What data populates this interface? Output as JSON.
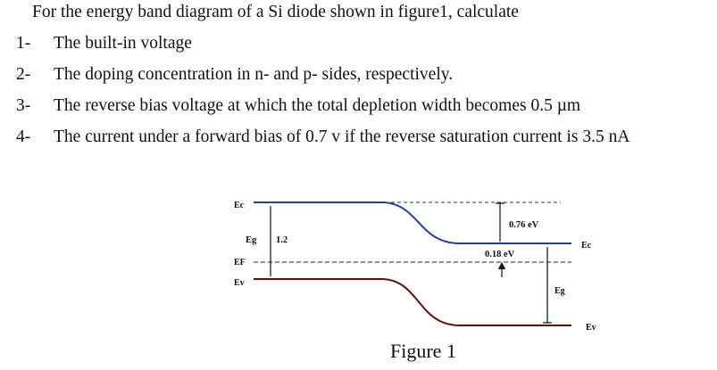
{
  "problem": {
    "intro": "For the energy band diagram of a Si diode shown in figure1, calculate",
    "items": [
      {
        "num": "1-",
        "text": "The built-in voltage"
      },
      {
        "num": "2-",
        "text": "The doping concentration in n- and p- sides, respectively."
      },
      {
        "num": "3-",
        "text": "The reverse bias voltage at which the total depletion width becomes 0.5 µm"
      },
      {
        "num": "4-",
        "text": "The current under a forward bias of 0.7 v if the reverse saturation current is 3.5 nA"
      }
    ]
  },
  "figure": {
    "caption": "Figure 1",
    "labels": {
      "ec_left": "Ec",
      "ef_left": "EF",
      "ev_left": "Ev",
      "eg_left": "Eg",
      "eg_value": "1.2",
      "delta_top": "0.76 eV",
      "delta_fermi": "0.18 eV",
      "ec_right": "Ec",
      "eg_right": "Eg",
      "ev_right": "Ev"
    },
    "colors": {
      "band_line": "#2a3f8a",
      "valence_line": "#5a1010",
      "fermi_line": "#3a4fa0",
      "text": "#111111"
    }
  }
}
